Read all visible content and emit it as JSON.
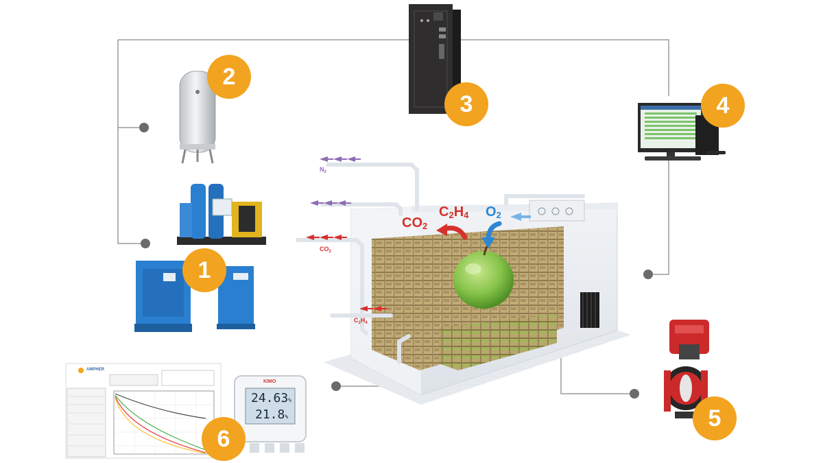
{
  "colors": {
    "badge": "#f2a31f",
    "connector": "#9a9a9a",
    "dot": "#6b6b6b",
    "co2": "#d6312b",
    "o2": "#2f86d0",
    "n2": "#8e6bb5",
    "crate": "#b8a070",
    "blue_equipment": "#2a7fd0",
    "apple": "#86c34a",
    "cabinet": "#2f2d2d",
    "valve": "#cc2a2a"
  },
  "badges": [
    {
      "id": "1",
      "label": "1"
    },
    {
      "id": "2",
      "label": "2"
    },
    {
      "id": "3",
      "label": "3"
    },
    {
      "id": "4",
      "label": "4"
    },
    {
      "id": "5",
      "label": "5"
    },
    {
      "id": "6",
      "label": "6"
    }
  ],
  "gases": {
    "co2_top": "CO",
    "co2_top_sub": "2",
    "c2h4_main": "C",
    "c2h4_sub1": "2",
    "c2h4_h": "H",
    "c2h4_sub2": "4",
    "o2": "O",
    "o2_sub": "2",
    "n2_label": "N",
    "n2_sub": "2",
    "co2_side": "CO",
    "co2_side_sub": "2",
    "c2h4_side": "C",
    "c2h4_side_sub1": "2",
    "c2h4_side_h": "H",
    "c2h4_side_sub2": "4"
  },
  "sensor_display": {
    "brand": "KIMO",
    "line1": "24.63",
    "line1_unit": "%",
    "line2": "21.8",
    "line2_unit": "%"
  },
  "report": {
    "logo_text": "AMPHER"
  },
  "icons": {
    "tank": "gas-tank-icon",
    "generator": "nitrogen-generator-icon",
    "cabinet": "control-cabinet-icon",
    "computer": "computer-workstation-icon",
    "valve": "butterfly-valve-icon",
    "analyzer": "gas-analyzer-icon",
    "apple": "apple-icon"
  }
}
